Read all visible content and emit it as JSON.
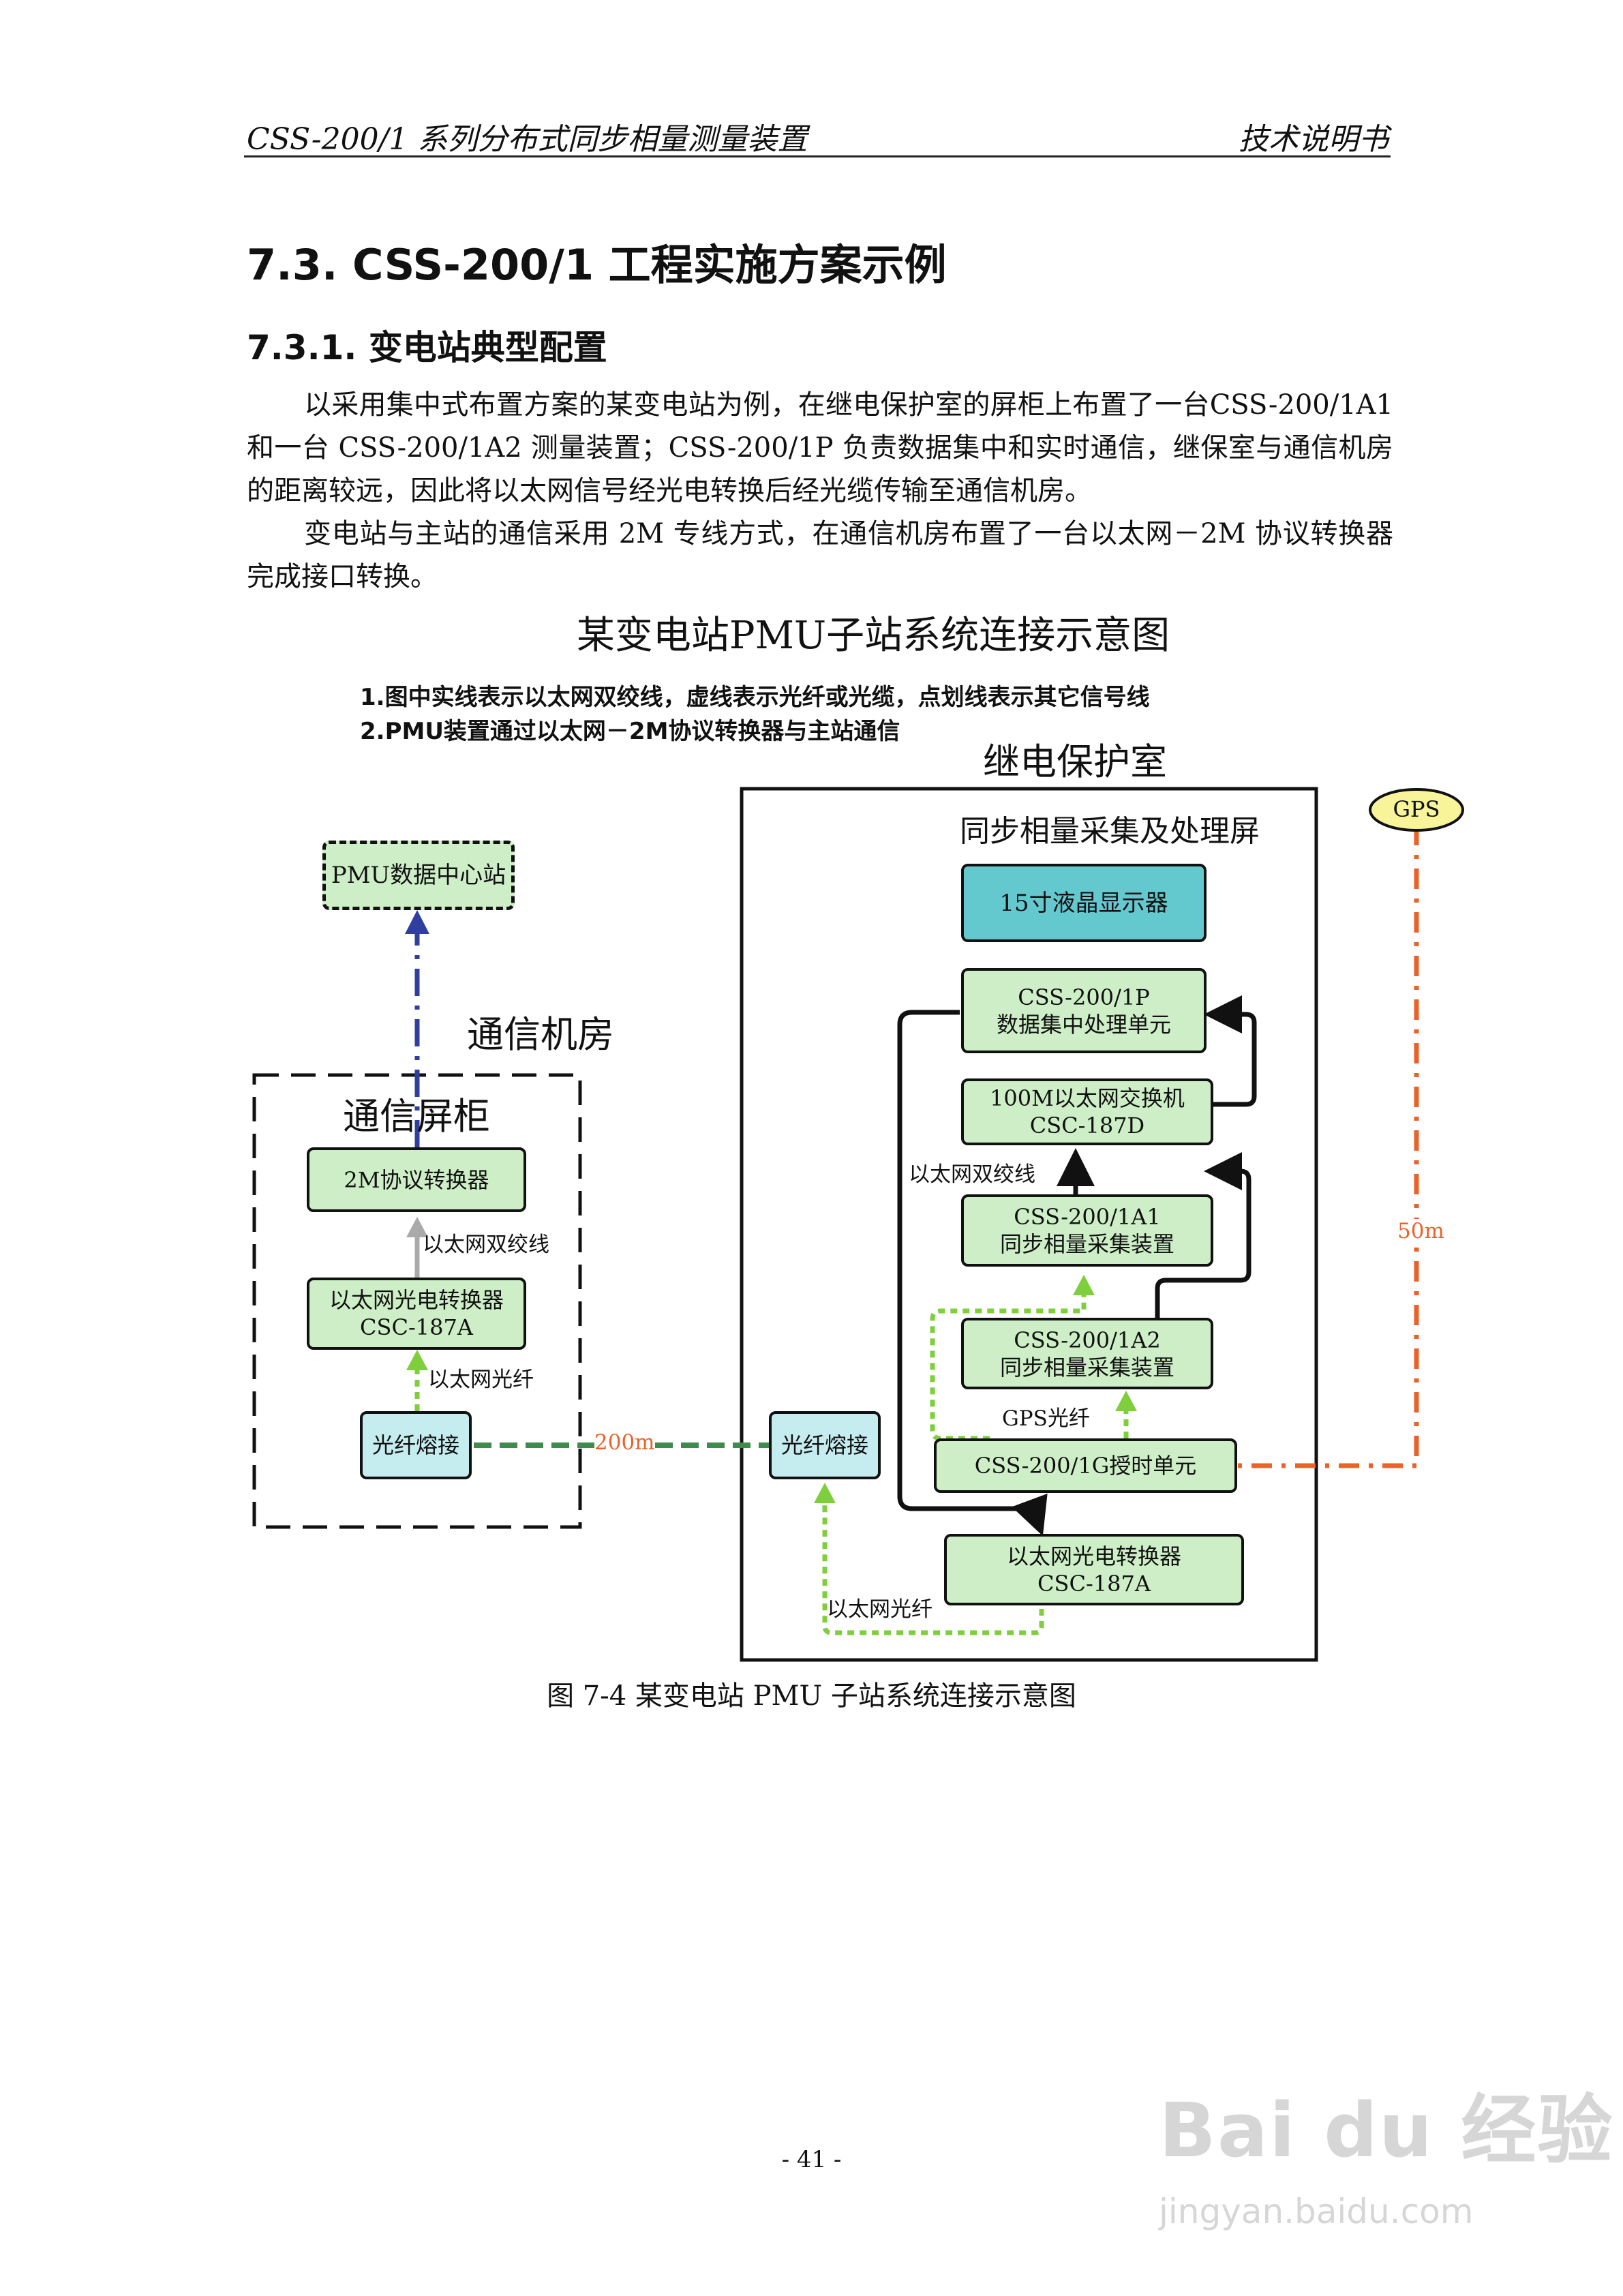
{
  "header": {
    "left": "CSS-200/1 系列分布式同步相量测量装置",
    "right": "技术说明书"
  },
  "section_title": "7.3. CSS-200/1 工程实施方案示例",
  "subsection_title": "7.3.1. 变电站典型配置",
  "paragraphs": [
    "以采用集中式布置方案的某变电站为例，在继电保护室的屏柜上布置了一台CSS-200/1A1 和一台 CSS-200/1A2 测量装置；CSS-200/1P 负责数据集中和实时通信，继保室与通信机房的距离较远，因此将以太网信号经光电转换后经光缆传输至通信机房。",
    "变电站与主站的通信采用 2M 专线方式，在通信机房布置了一台以太网－2M 协议转换器完成接口转换。"
  ],
  "diagram": {
    "title": "某变电站PMU子站系统连接示意图",
    "notes": [
      "1.图中实线表示以太网双绞线，虚线表示光纤或光缆，点划线表示其它信号线",
      "2.PMU装置通过以太网－2M协议转换器与主站通信"
    ],
    "rooms": {
      "relay_room": "继电保护室",
      "comm_room": "通信机房",
      "comm_cabinet": "通信屏柜",
      "sync_panel": "同步相量采集及处理屏"
    },
    "boxes": {
      "pmu_center": "PMU数据中心站",
      "converter_2m": "2M协议转换器",
      "eth_optical_left": "以太网光电转换器\nCSC-187A",
      "fiber_splice_left": "光纤熔接",
      "fiber_splice_right": "光纤熔接",
      "lcd": "15寸液晶显示器",
      "css_1p": "CSS-200/1P\n数据集中处理单元",
      "switch": "100M以太网交换机\nCSC-187D",
      "css_1a1": "CSS-200/1A1\n同步相量采集装置",
      "css_1a2": "CSS-200/1A2\n同步相量采集装置",
      "css_1g": "CSS-200/1G授时单元",
      "eth_optical_right": "以太网光电转换器\nCSC-187A",
      "gps": "GPS"
    },
    "labels": {
      "twisted_pair_left": "以太网双绞线",
      "fiber_left": "以太网光纤",
      "dist_200m": "200m",
      "twisted_pair_right": "以太网双绞线",
      "gps_fiber": "GPS光纤",
      "fiber_bottom": "以太网光纤",
      "dist_50m": "50m"
    },
    "colors": {
      "box_green": "#cdeec6",
      "box_cyan": "#c5ecef",
      "lcd": "#64c8cf",
      "gps": "#f7f49a",
      "blue_dashdot": "#2e3f9f",
      "green_long_dash": "#3f8a4d",
      "light_green_dotted": "#7fcf3d",
      "orange_dashdot": "#e8622a",
      "grey_arrow": "#aaaaaa"
    }
  },
  "caption": "图 7-4  某变电站 PMU 子站系统连接示意图",
  "page_number": "- 41 -",
  "watermark": {
    "logo": "Bai du 经验",
    "url": "jingyan.baidu.com"
  }
}
